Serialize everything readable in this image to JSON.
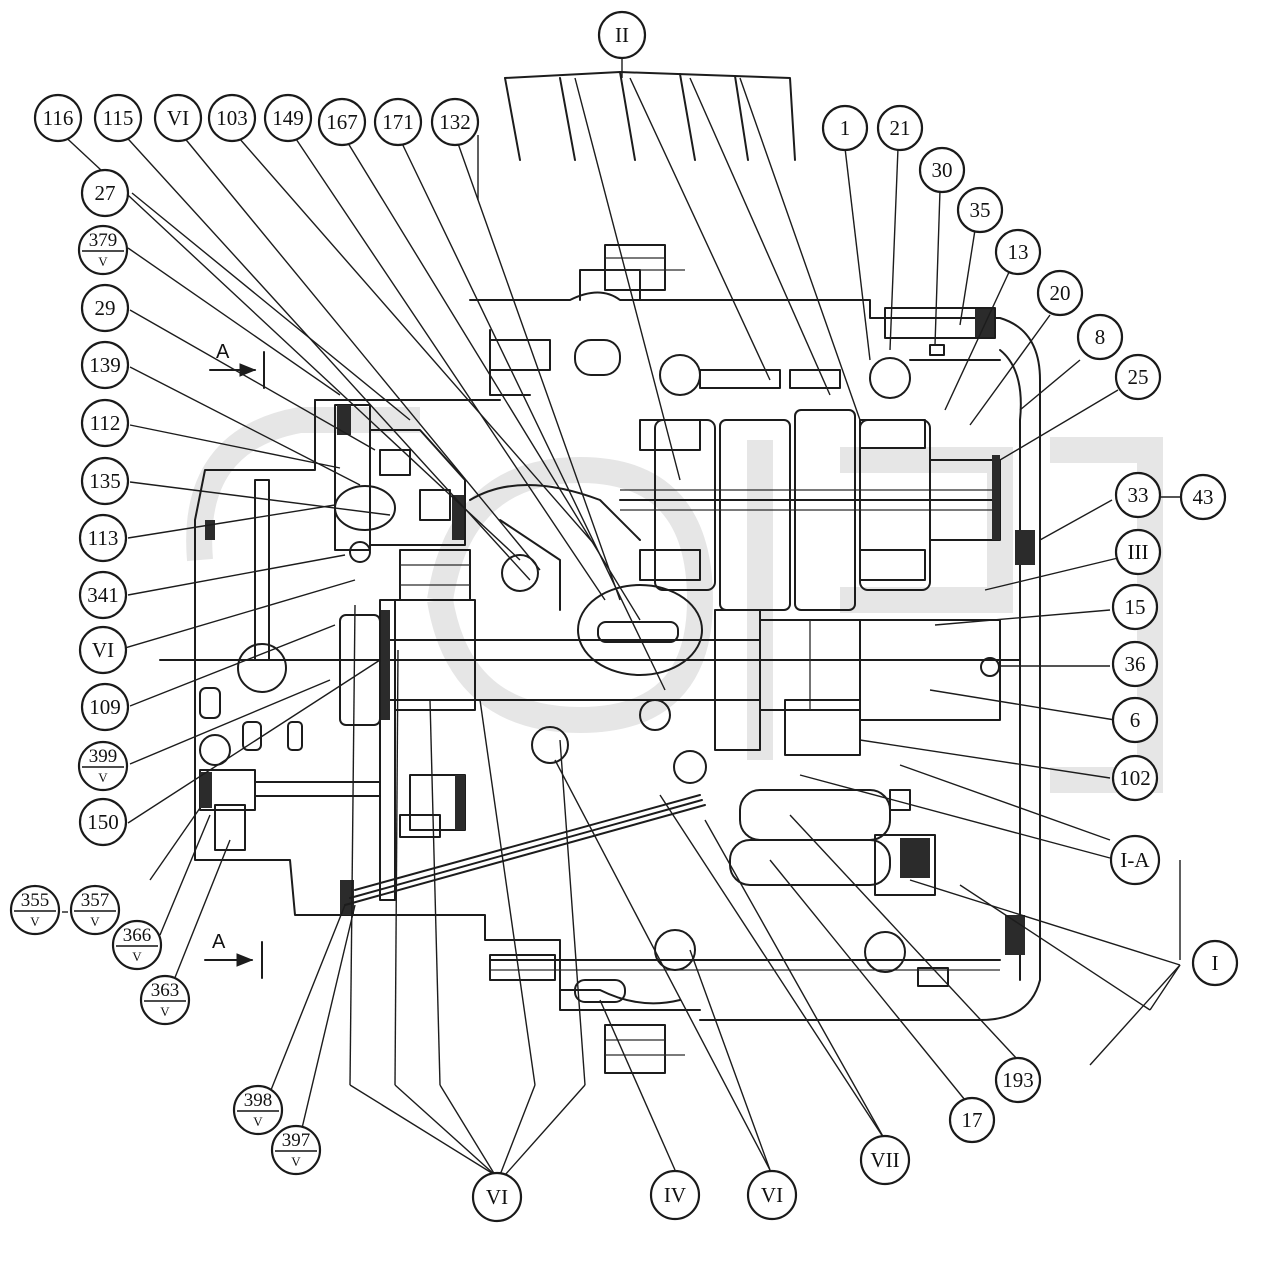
{
  "colors": {
    "line": "#1c1c1c",
    "background": "#ffffff",
    "watermark": "#e6e6e6"
  },
  "section_marks": {
    "top": "A",
    "bottom": "A"
  },
  "callouts": [
    {
      "id": "c116",
      "label": "116"
    },
    {
      "id": "c115",
      "label": "115"
    },
    {
      "id": "cVI_top",
      "label": "VI"
    },
    {
      "id": "c103",
      "label": "103"
    },
    {
      "id": "c149",
      "label": "149"
    },
    {
      "id": "c167",
      "label": "167"
    },
    {
      "id": "c171",
      "label": "171"
    },
    {
      "id": "c132",
      "label": "132"
    },
    {
      "id": "cII",
      "label": "II"
    },
    {
      "id": "c1",
      "label": "1"
    },
    {
      "id": "c21",
      "label": "21"
    },
    {
      "id": "c30",
      "label": "30"
    },
    {
      "id": "c35",
      "label": "35"
    },
    {
      "id": "c13",
      "label": "13"
    },
    {
      "id": "c20",
      "label": "20"
    },
    {
      "id": "c8",
      "label": "8"
    },
    {
      "id": "c25",
      "label": "25"
    },
    {
      "id": "c33",
      "label": "33"
    },
    {
      "id": "c43",
      "label": "43"
    },
    {
      "id": "cIII",
      "label": "III"
    },
    {
      "id": "c15",
      "label": "15"
    },
    {
      "id": "c36",
      "label": "36"
    },
    {
      "id": "c6",
      "label": "6"
    },
    {
      "id": "c102",
      "label": "102"
    },
    {
      "id": "cIA",
      "label": "I-A"
    },
    {
      "id": "cI",
      "label": "I"
    },
    {
      "id": "c193",
      "label": "193"
    },
    {
      "id": "c17",
      "label": "17"
    },
    {
      "id": "cVII",
      "label": "VII"
    },
    {
      "id": "cVI_b2",
      "label": "VI"
    },
    {
      "id": "cIV",
      "label": "IV"
    },
    {
      "id": "cVI_b1",
      "label": "VI"
    },
    {
      "id": "c27",
      "label": "27"
    },
    {
      "id": "c29",
      "label": "29"
    },
    {
      "id": "c139",
      "label": "139"
    },
    {
      "id": "c112",
      "label": "112"
    },
    {
      "id": "c135",
      "label": "135"
    },
    {
      "id": "c113",
      "label": "113"
    },
    {
      "id": "c341",
      "label": "341"
    },
    {
      "id": "cVI_left",
      "label": "VI"
    },
    {
      "id": "c109",
      "label": "109"
    },
    {
      "id": "c150",
      "label": "150"
    }
  ],
  "fraction_callouts": [
    {
      "id": "f379",
      "top": "379",
      "bottom": "V"
    },
    {
      "id": "f399",
      "top": "399",
      "bottom": "V"
    },
    {
      "id": "f355",
      "top": "355",
      "bottom": "V"
    },
    {
      "id": "f357",
      "top": "357",
      "bottom": "V"
    },
    {
      "id": "f366",
      "top": "366",
      "bottom": "V"
    },
    {
      "id": "f363",
      "top": "363",
      "bottom": "V"
    },
    {
      "id": "f398",
      "top": "398",
      "bottom": "V"
    },
    {
      "id": "f397",
      "top": "397",
      "bottom": "V"
    }
  ]
}
